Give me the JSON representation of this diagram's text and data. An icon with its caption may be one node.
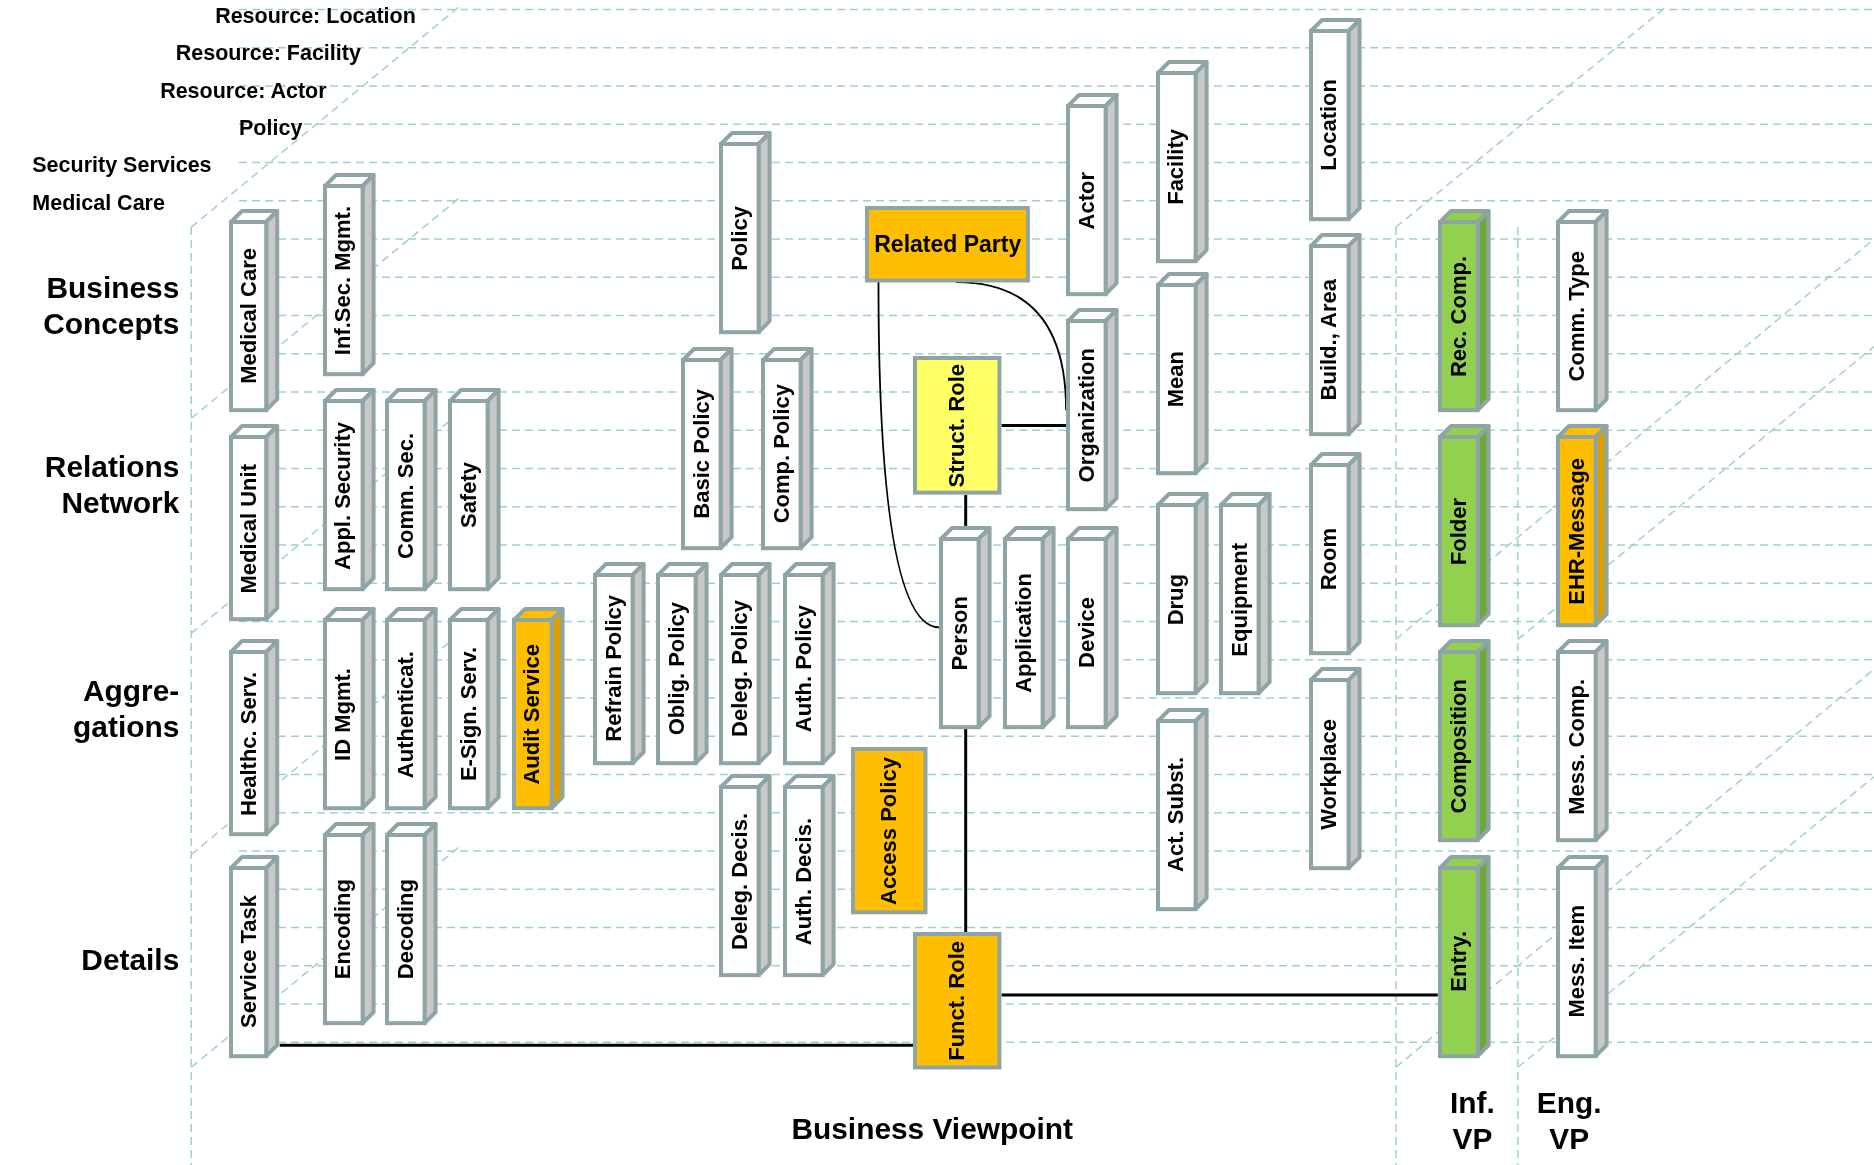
{
  "diagram": {
    "nodes": [
      {
        "text": [
          "Medical Care"
        ]
      },
      {
        "text": [
          "Medical Unit"
        ]
      },
      {
        "text": [
          "Healthc. Serv."
        ]
      },
      {
        "text": [
          "Service Task"
        ]
      },
      {
        "text": [
          "Inf.Sec. Mgmt."
        ]
      },
      {
        "text": [
          "Appl. Security"
        ]
      },
      {
        "text": [
          "Comm. Sec."
        ]
      },
      {
        "text": [
          "Safety"
        ]
      },
      {
        "text": [
          "ID Mgmt."
        ]
      },
      {
        "text": [
          "Authenticat."
        ]
      },
      {
        "text": [
          "E-Sign. Serv."
        ]
      },
      {
        "text": [
          "Audit Service"
        ]
      },
      {
        "text": [
          "Encoding"
        ]
      },
      {
        "text": [
          "Decoding"
        ]
      },
      {
        "text": [
          "Policy"
        ]
      },
      {
        "text": [
          "Basic Policy"
        ]
      },
      {
        "text": [
          "Comp. Policy"
        ]
      },
      {
        "text": [
          "Refrain Policy"
        ]
      },
      {
        "text": [
          "Oblig. Policy"
        ]
      },
      {
        "text": [
          "Deleg. Policy"
        ]
      },
      {
        "text": [
          "Auth. Policy"
        ]
      },
      {
        "text": [
          "Deleg. Decis."
        ]
      },
      {
        "text": [
          "Auth. Decis."
        ]
      },
      {
        "text": [
          "Access Policy"
        ]
      },
      {
        "text": [
          "Related Party"
        ]
      },
      {
        "text": [
          "Struct. Role"
        ]
      },
      {
        "text": [
          "Actor"
        ]
      },
      {
        "text": [
          "Organization"
        ]
      },
      {
        "text": [
          "Person"
        ]
      },
      {
        "text": [
          "Application"
        ]
      },
      {
        "text": [
          "Device"
        ]
      },
      {
        "text": [
          "Funct. Role"
        ]
      },
      {
        "text": [
          "Facility"
        ]
      },
      {
        "text": [
          "Mean"
        ]
      },
      {
        "text": [
          "Drug"
        ]
      },
      {
        "text": [
          "Equipment"
        ]
      },
      {
        "text": [
          "Act. Subst."
        ]
      },
      {
        "text": [
          "Location"
        ]
      },
      {
        "text": [
          "Build., Area"
        ]
      },
      {
        "text": [
          "Room"
        ]
      },
      {
        "text": [
          "Workplace"
        ]
      },
      {
        "text": [
          "Rec. Comp."
        ]
      },
      {
        "text": [
          "Folder"
        ]
      },
      {
        "text": [
          "Composition"
        ]
      },
      {
        "text": [
          "Entry."
        ]
      },
      {
        "text": [
          "Comm. Type"
        ]
      },
      {
        "text": [
          "EHR-Message"
        ]
      },
      {
        "text": [
          "Mess. Comp."
        ]
      },
      {
        "text": [
          "Mess. Item"
        ]
      }
    ],
    "edges": [
      {
        "from": 24,
        "to": 28,
        "arrow": "none"
      },
      {
        "from": 24,
        "to": 27,
        "arrow": "none"
      },
      {
        "from": 25,
        "to": 27,
        "arrow": "none"
      },
      {
        "from": 25,
        "to": 28,
        "arrow": "none"
      },
      {
        "from": 28,
        "to": 31,
        "arrow": "none"
      },
      {
        "from": 31,
        "to": 44,
        "arrow": "none"
      },
      {
        "from": 3,
        "to": 31,
        "arrow": "none"
      }
    ],
    "labels": [
      "Resource: Location",
      "Resource: Facility",
      "Resource: Actor",
      "Policy",
      "Security Services",
      "Medical Care",
      "Business Concepts",
      "Relations Network",
      "Aggre- gations",
      "Details",
      "Business Viewpoint",
      "Inf. VP",
      "Eng. VP"
    ]
  }
}
